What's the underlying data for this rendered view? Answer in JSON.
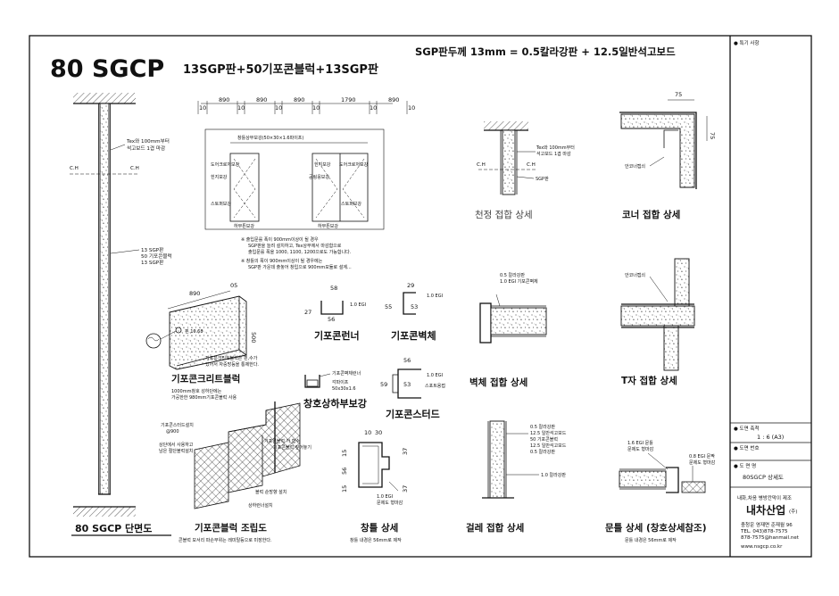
{
  "header": {
    "main_title": "80 SGCP",
    "sub_title": "13SGP판+50기포콘블럭+13SGP판",
    "top_note": "SGP판두께 13mm = 0.5칼라강판 + 12.5일반석고보드"
  },
  "section_view": {
    "caption": "80 SGCP 단면도",
    "note_top": [
      "Tex와 100mm부터",
      "석고보드 1겹 마감"
    ],
    "ch_left": "C.H",
    "ch_right": "C.H",
    "layers": [
      "13 SGP판",
      "50 기포콘블럭",
      "13 SGP판"
    ]
  },
  "door_elevation": {
    "dims": [
      "10",
      "890",
      "10",
      "890",
      "10",
      "890",
      "10",
      "1790",
      "10",
      "890",
      "10"
    ],
    "labels": [
      "창틀상부보강(50×30×1.6파이프)",
      "도어크로저보강",
      "도어크로저보강",
      "힌지보강",
      "힌지보강",
      "공링웅보강",
      "스토퍼보강",
      "스토퍼보강",
      "하부튼보강",
      "하부튼보강"
    ],
    "notes": [
      "※ 출입문를 폭이 900mm이상이 될 경우",
      "SGP판을 늘려 설치하고, Tex상부에서 마감함으로",
      "출입문를 폭을 1000, 1100, 1200으로도 가능합니다.",
      "※ 창틀의 폭이 900mm이상이 될 경우에는",
      "SGP판 가운데 출놓어 창입으로 900mm모듈로 설계..."
    ]
  },
  "block_detail": {
    "caption": "기포콘크리트블럭",
    "dim_width": "890",
    "dim_depth": "05",
    "dim_height": "500",
    "pin_label": "핀 10.68",
    "notes": [
      "기포콘크리트블럭은 핀,수가",
      "있어서 자중방등을 통제한다."
    ],
    "caption_notes": [
      "1000mm창호 성하단에는",
      "가공한한 980mm기포콘블럭 사용"
    ]
  },
  "corner_profile": {
    "caption": "기포콘런너",
    "width": "58",
    "height": "27",
    "inner": "56",
    "thk": "1.0 EGI"
  },
  "wall_profile": {
    "caption": "기포콘벽체",
    "width": "29",
    "height": "55",
    "inner": "53",
    "thk": "1.0 EGI"
  },
  "window_top": {
    "caption": "창호상하부보강",
    "labels": [
      "기포콘벽체런너",
      "각파이프",
      "50x30x1.6"
    ]
  },
  "stud_profile": {
    "caption": "기포콘스터드",
    "width": "56",
    "height": "59",
    "inner": "53",
    "thk": "1.0 EGI",
    "label": "스포트용접"
  },
  "ceiling_joint": {
    "caption": "천정 접합 상세",
    "labels": [
      "Tex와 100mm부터",
      "석고보드 1겹 마감",
      "SGP판"
    ],
    "ch_left": "C.H",
    "ch_right": "C.H"
  },
  "corner_joint": {
    "caption": "코너 접합 상세",
    "dim_a": "75",
    "dim_b": "75",
    "label": "안코너캡쇠"
  },
  "wall_joint": {
    "caption": "벽체 접합 상세",
    "labels": [
      "0.5 칼라강판",
      "1.0 EGI 기포콘벽체"
    ]
  },
  "t_joint": {
    "caption": "T자 접합 상세",
    "label": "안코너캡쇠"
  },
  "assembly": {
    "caption": "기포콘블럭 조립도",
    "caption_note": "콘블럭 모서리 파손부위는 레미탈등으로 미장한다.",
    "labels": [
      "기포콘스터드설치",
      "@900",
      "상단에서 사용하고",
      "남은 절단블럭설치",
      "기포콘블럭 가 함수",
      "기포콘블럭 짚어놓기",
      "블럭 순방향 설치",
      "상하런너설치"
    ]
  },
  "window_detail": {
    "caption": "창틀 상세",
    "caption_note": "창틀 내경은 56mm로 제작",
    "dims": [
      "10",
      "30",
      "15",
      "56",
      "15",
      "37",
      "37"
    ],
    "labels": [
      "1.0 EGI",
      "문제도 형마감"
    ]
  },
  "girder_joint": {
    "caption": "걸레 접합 상세",
    "labels": [
      "0.5  칼라강판",
      "12.5 일반석고보드",
      "50    기포콘블럭",
      "12.5 일반석고보드",
      "0.5  칼라강판",
      "1.0 칼라강판"
    ]
  },
  "door_detail": {
    "caption": "문틀 상세 (창호상세참조)",
    "caption_note": "문틀 내경은 56mm로 제작",
    "labels": [
      "1.6 EGI 문틀",
      "문제도 형마감",
      "0.8 EGI 문짝",
      "문제도 형마감"
    ]
  },
  "title_block": {
    "revision_label": "● 특기 사항",
    "scale_label": "● 도면 축척",
    "scale_value": "1 : 6 (A3)",
    "date_label": "● 도면 번호",
    "name_label": "● 도 면 명",
    "drawing_name": "80SGCP 상세도",
    "company_desc": "내화,차음 병방칸막이 제조",
    "company_name": "내차산업",
    "company_mark": "(주)",
    "address": "충청운 영재면 준재월 96",
    "tel": "TEL. 043)878-7575",
    "fax": "878-7575@hanmail.net",
    "web": "www.nsgcp.co.kr"
  }
}
